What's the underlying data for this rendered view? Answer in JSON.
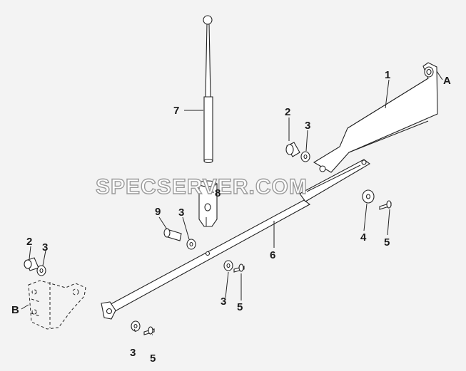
{
  "watermark": "SPECSERVER.COM",
  "callouts": {
    "a": "A",
    "b": "B",
    "p1": "1",
    "p2_top": "2",
    "p3_top": "3",
    "p4": "4",
    "p5_right": "5",
    "p6": "6",
    "p7": "7",
    "p8": "8",
    "p9": "9",
    "p3_mid": "3",
    "p2_left": "2",
    "p3_left": "3",
    "p3_center": "3",
    "p5_center": "5",
    "p3_bottom": "3",
    "p5_bottom": "5"
  }
}
